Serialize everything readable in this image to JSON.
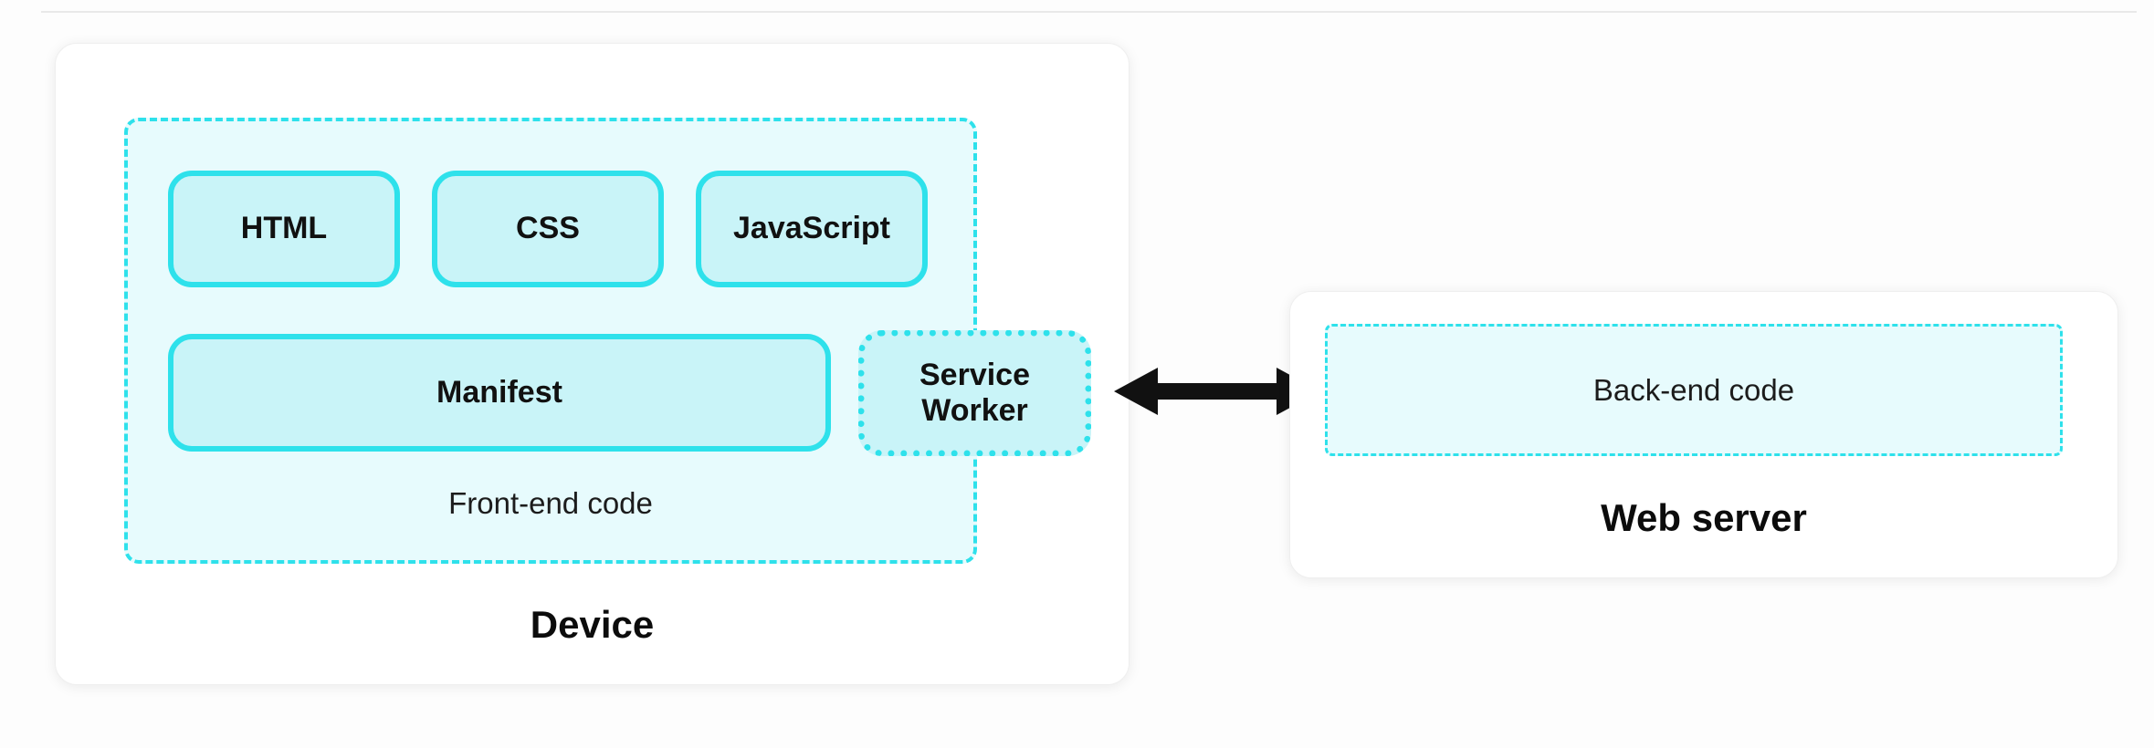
{
  "device": {
    "label": "Device",
    "frontend": {
      "label": "Front-end code",
      "blocks": {
        "html": "HTML",
        "css": "CSS",
        "javascript": "JavaScript",
        "manifest": "Manifest",
        "service_worker": "Service Worker"
      }
    }
  },
  "server": {
    "label": "Web server",
    "backend": {
      "label": "Back-end code"
    }
  },
  "connection": {
    "icon": "bidirectional-arrow"
  },
  "colors": {
    "cyan": "#2ee1eb",
    "block_fill": "#c9f4f8",
    "container_fill": "#e7fbfd",
    "arrow": "#111111",
    "card_bg": "#ffffff",
    "text": "#111111"
  }
}
